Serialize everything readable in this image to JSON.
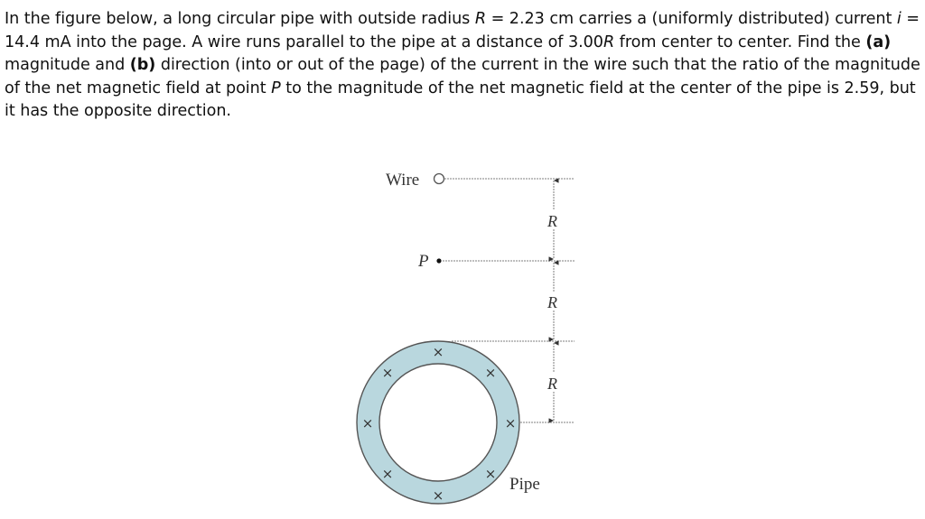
{
  "problem": {
    "segments": [
      {
        "text": "In the figure below, a long circular pipe with outside radius ",
        "style": "normal"
      },
      {
        "text": "R",
        "style": "italic"
      },
      {
        "text": " = 2.23 cm carries a (uniformly distributed) current ",
        "style": "normal"
      },
      {
        "text": "i",
        "style": "italic"
      },
      {
        "text": " = 14.4 mA into the page. A wire runs parallel to the pipe at a distance of 3.00",
        "style": "normal"
      },
      {
        "text": "R",
        "style": "italic"
      },
      {
        "text": " from center to center. Find the ",
        "style": "normal"
      },
      {
        "text": "(a)",
        "style": "bold"
      },
      {
        "text": " magnitude and ",
        "style": "normal"
      },
      {
        "text": "(b)",
        "style": "bold"
      },
      {
        "text": " direction (into or out of the page) of the current in the wire such that the ratio of the magnitude of the net magnetic field at point ",
        "style": "normal"
      },
      {
        "text": "P",
        "style": "italic"
      },
      {
        "text": " to the magnitude of the net magnetic field at the center of the pipe is 2.59, but it has the opposite direction.",
        "style": "normal"
      }
    ],
    "values": {
      "outside_radius": "2.23 cm",
      "current": "14.4 mA",
      "current_direction": "into the page",
      "wire_distance": "3.00R",
      "field_ratio": "2.59"
    }
  },
  "figure": {
    "wire_label": "Wire",
    "point_label": "P",
    "pipe_label": "Pipe",
    "dimension_labels": [
      "R",
      "R",
      "R"
    ],
    "current_markers": "×",
    "colors": {
      "pipe_fill": "#b9d7de",
      "pipe_stroke": "#555555",
      "line": "#888888",
      "text": "#333333"
    }
  }
}
